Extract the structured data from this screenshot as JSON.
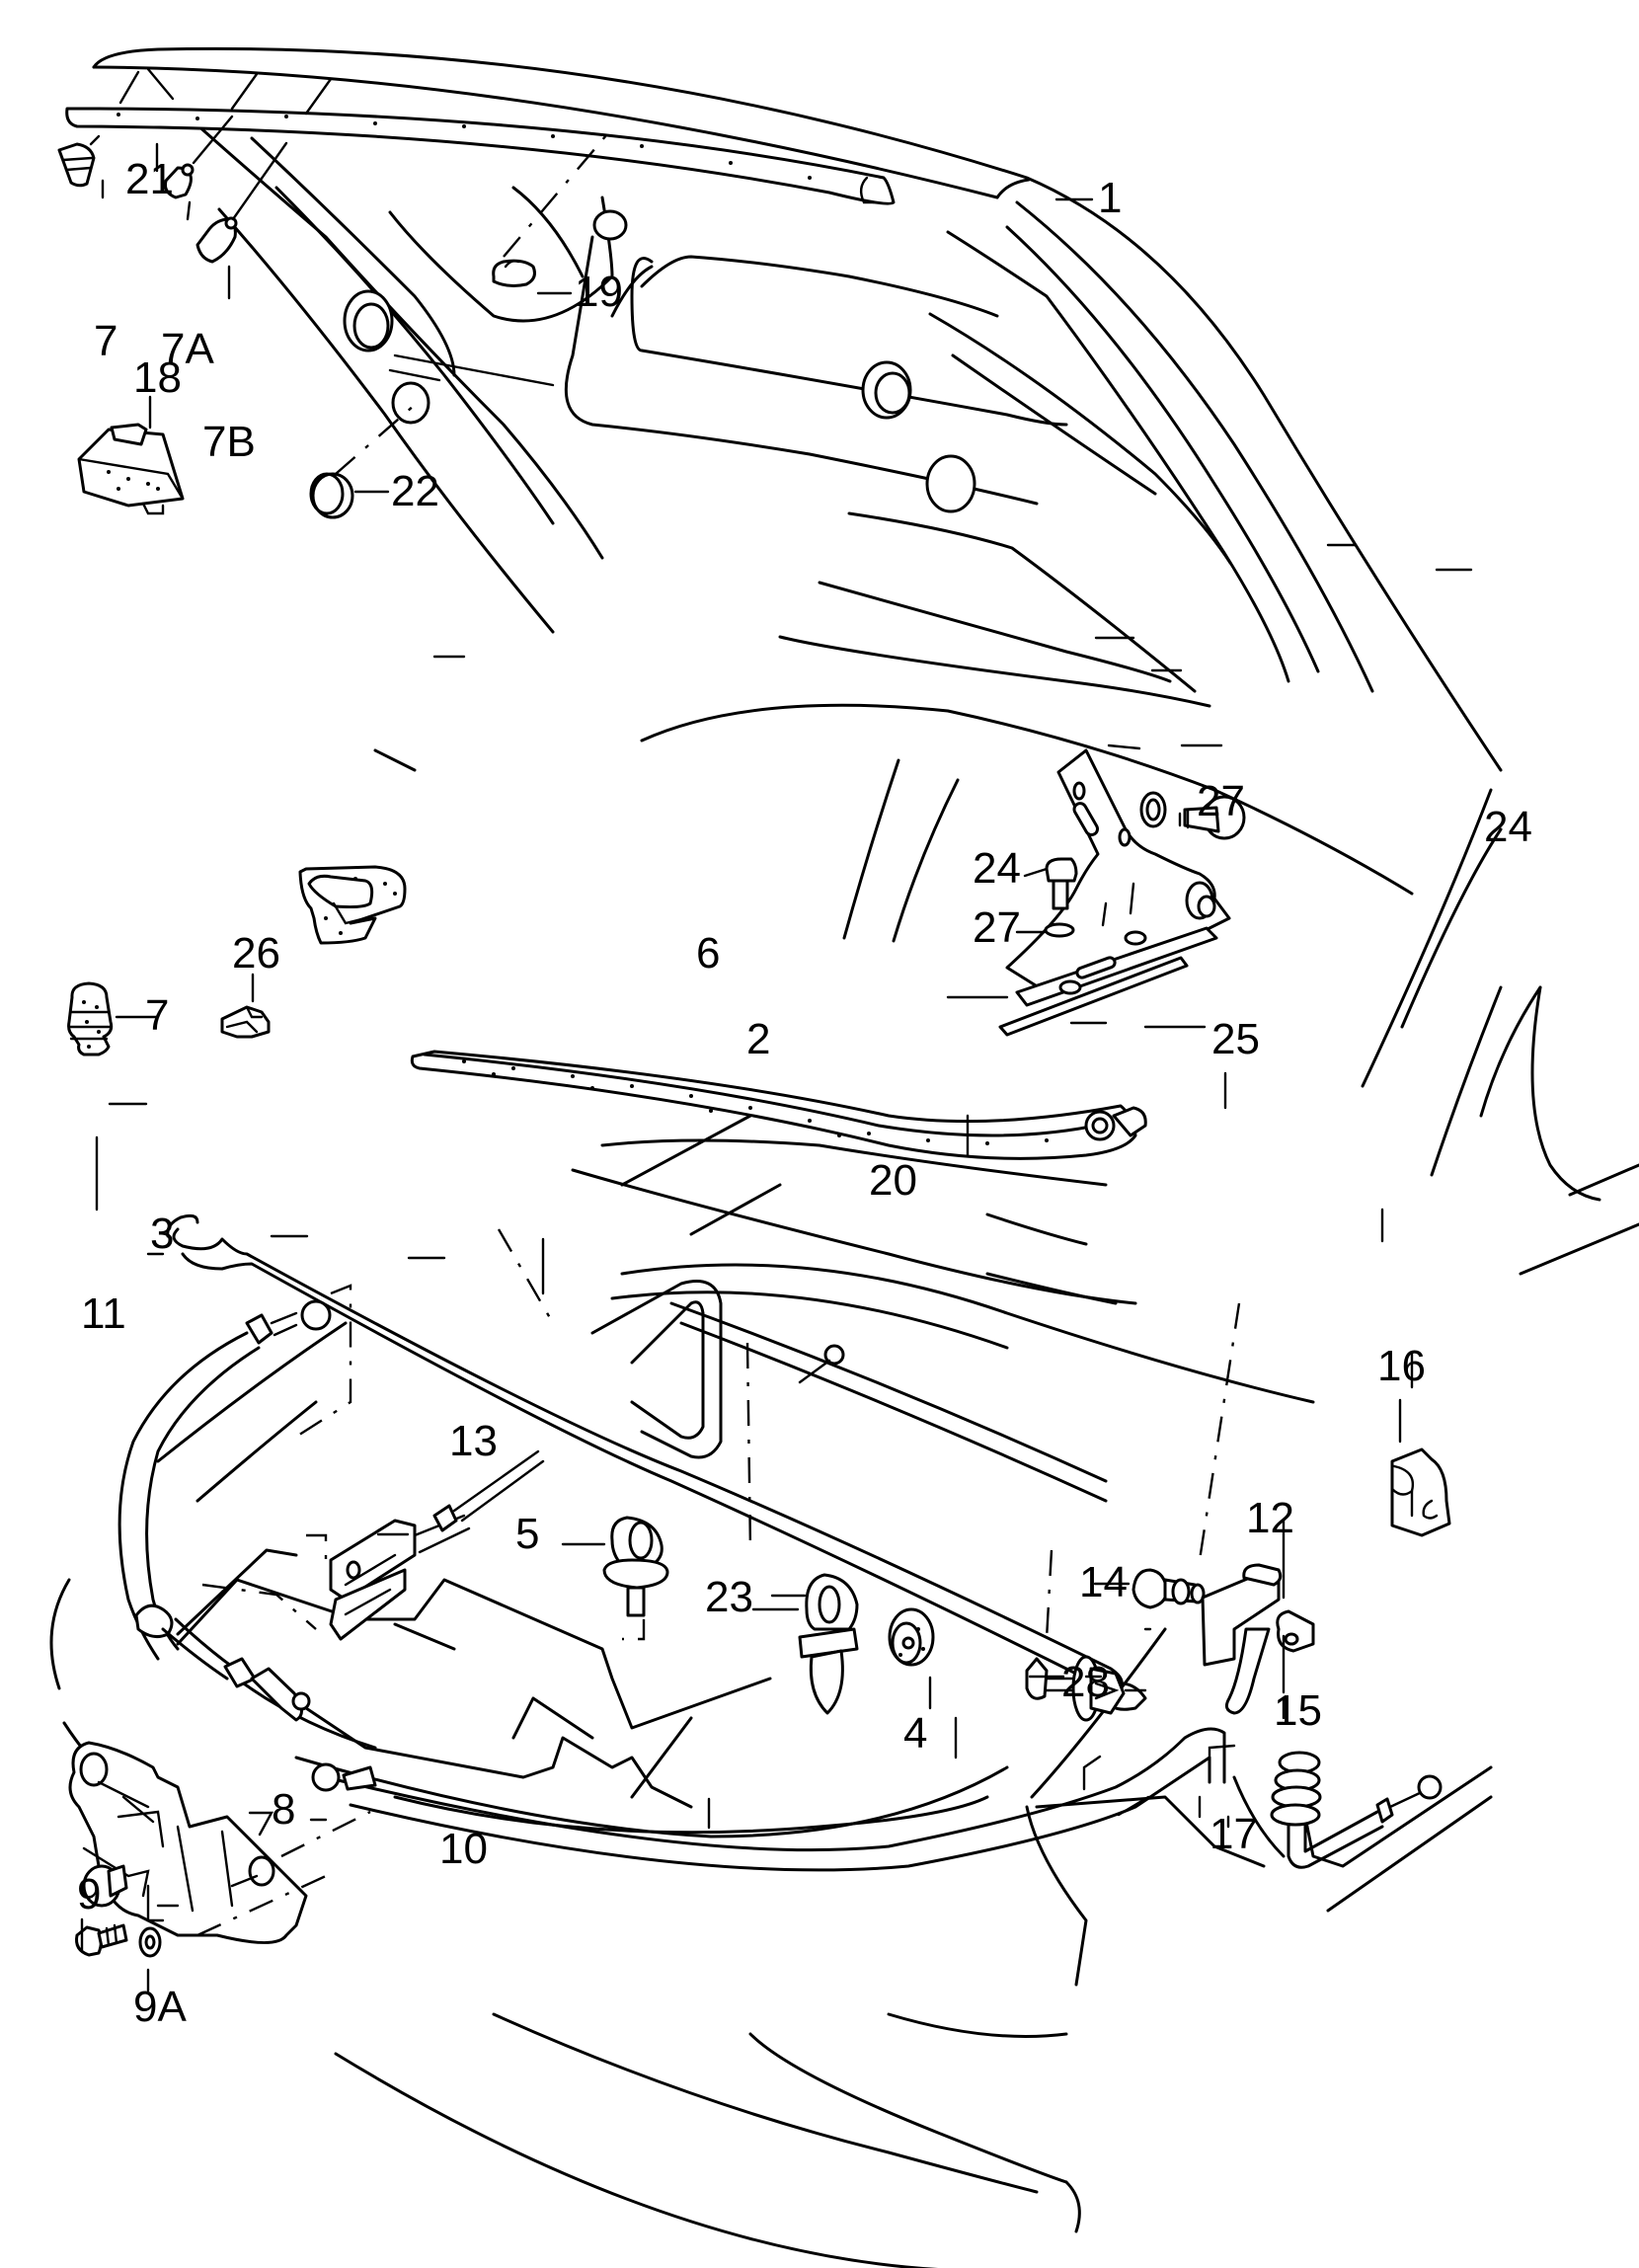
{
  "diagram": {
    "title": "Hood / bonnet assembly exploded parts view",
    "ink_color": "#000000",
    "background_color": "#ffffff",
    "callouts": [
      {
        "id": "1",
        "label": "1",
        "part": "hood"
      },
      {
        "id": "2",
        "label": "2",
        "part": "hinge"
      },
      {
        "id": "3",
        "label": "3",
        "part": "support-rod"
      },
      {
        "id": "4",
        "label": "4",
        "part": "grommet"
      },
      {
        "id": "5",
        "label": "5",
        "part": "rod-holder"
      },
      {
        "id": "6",
        "label": "6",
        "part": "seal-clip"
      },
      {
        "id": "7a",
        "label": "7",
        "part": "buffer-upper"
      },
      {
        "id": "7b",
        "label": "7",
        "part": "buffer-lower"
      },
      {
        "id": "7A",
        "label": "7A",
        "part": "buffer-variant-a"
      },
      {
        "id": "7B",
        "label": "7B",
        "part": "buffer-variant-b"
      },
      {
        "id": "8",
        "label": "8",
        "part": "lock"
      },
      {
        "id": "9",
        "label": "9",
        "part": "bolt"
      },
      {
        "id": "9A",
        "label": "9A",
        "part": "washer"
      },
      {
        "id": "10",
        "label": "10",
        "part": "release-cable"
      },
      {
        "id": "11",
        "label": "11",
        "part": "cable-front"
      },
      {
        "id": "12",
        "label": "12",
        "part": "release-lever"
      },
      {
        "id": "13",
        "label": "13",
        "part": "cable-clip"
      },
      {
        "id": "14",
        "label": "14",
        "part": "screw"
      },
      {
        "id": "15",
        "label": "15",
        "part": "lever-clip"
      },
      {
        "id": "16",
        "label": "16",
        "part": "clip"
      },
      {
        "id": "17",
        "label": "17",
        "part": "cable-grommet"
      },
      {
        "id": "18",
        "label": "18",
        "part": "holder"
      },
      {
        "id": "19",
        "label": "19",
        "part": "plug"
      },
      {
        "id": "20",
        "label": "20",
        "part": "seal-strip"
      },
      {
        "id": "21",
        "label": "21",
        "part": "hood-seal"
      },
      {
        "id": "22",
        "label": "22",
        "part": "cap"
      },
      {
        "id": "23",
        "label": "23",
        "part": "clip-holder"
      },
      {
        "id": "24a",
        "label": "24",
        "part": "hinge-bolt-upper"
      },
      {
        "id": "24b",
        "label": "24",
        "part": "hinge-bolt-lower"
      },
      {
        "id": "25",
        "label": "25",
        "part": "hinge-plate"
      },
      {
        "id": "26",
        "label": "26",
        "part": "clip-small"
      },
      {
        "id": "27a",
        "label": "27",
        "part": "washer-upper"
      },
      {
        "id": "27b",
        "label": "27",
        "part": "washer-lower"
      },
      {
        "id": "28",
        "label": "28",
        "part": "expanding-rivet"
      }
    ]
  }
}
